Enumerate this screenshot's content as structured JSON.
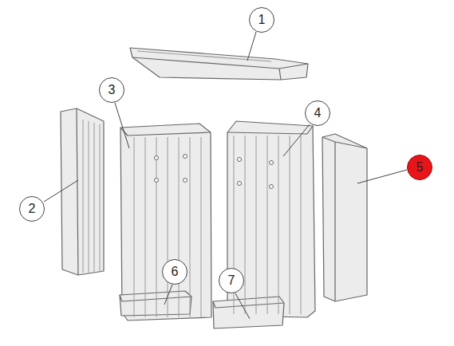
{
  "diagram": {
    "nodes": [
      {
        "text": [
          "1"
        ]
      },
      {
        "text": [
          "3"
        ]
      },
      {
        "text": [
          "4"
        ]
      },
      {
        "text": [
          "5"
        ]
      },
      {
        "text": [
          "2"
        ]
      },
      {
        "text": [
          "6"
        ]
      },
      {
        "text": [
          "7"
        ]
      }
    ]
  }
}
